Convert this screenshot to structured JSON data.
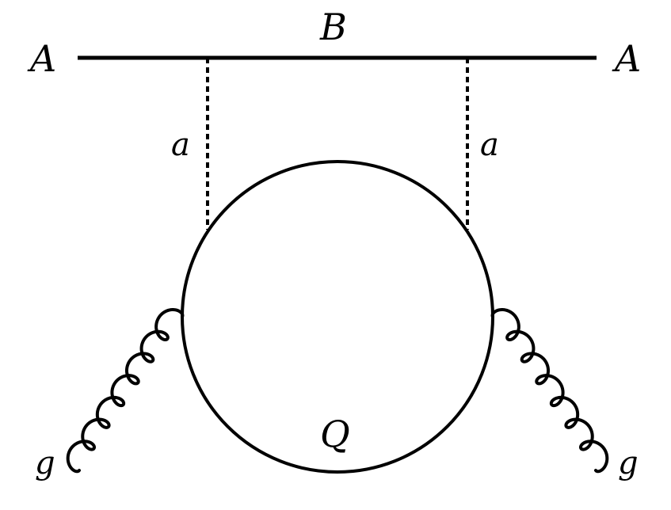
{
  "labels": {
    "left_fermion": "A",
    "right_fermion": "A",
    "internal_fermion": "B",
    "left_exchange": "a",
    "right_exchange": "a",
    "loop": "Q",
    "left_gluon": "g",
    "right_gluon": "g"
  },
  "colors": {
    "line": "#000000",
    "background": "#ffffff"
  }
}
